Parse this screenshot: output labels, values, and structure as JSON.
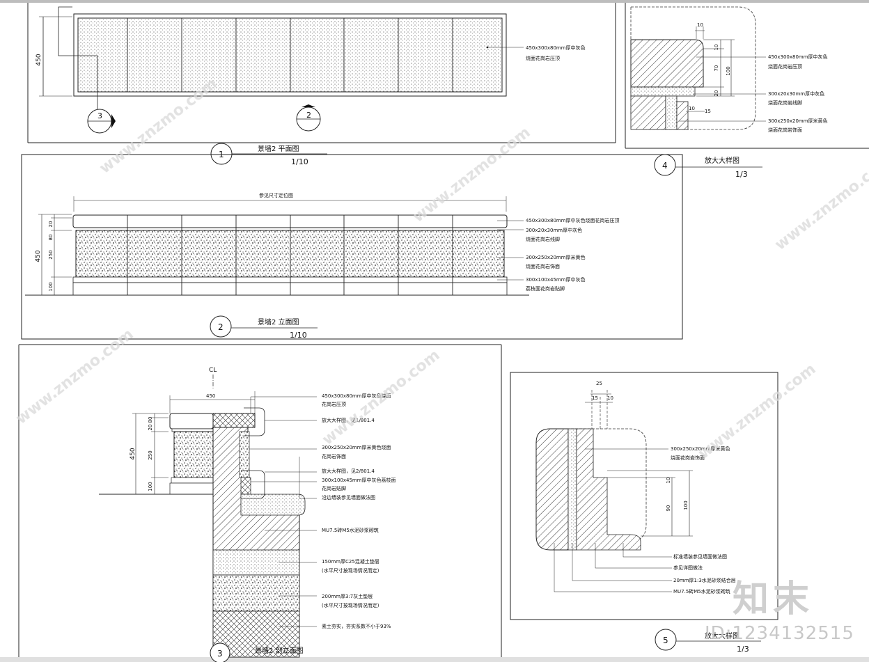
{
  "views": {
    "plan": {
      "num": "1",
      "title": "景墙2 平面图",
      "scale": "1/10",
      "dim_450": "450",
      "note1": "450x300x80mm厚中灰色",
      "note2": "烧面花岗岩压顶",
      "sec_ref3": "3",
      "sec_ref2": "2"
    },
    "detail4": {
      "num": "4",
      "title": "放大大样图",
      "scale": "1/3",
      "d10top": "10",
      "d10": "10",
      "d70": "70",
      "d20": "20",
      "d100": "100",
      "d10b": "10",
      "d15": "15",
      "n1a": "450x300x80mm厚中灰色",
      "n1b": "烧面花岗岩压顶",
      "n2a": "300x20x30mm厚中灰色",
      "n2b": "烧面花岗岩线脚",
      "n3a": "300x250x20mm厚米黄色",
      "n3b": "烧面花岗岩饰面"
    },
    "elev": {
      "num": "2",
      "title": "景墙2 立面图",
      "scale": "1/10",
      "top_note": "参见尺寸定位图",
      "d20": "20",
      "d80": "80",
      "d250": "250",
      "d100": "100",
      "d450": "450",
      "n1": "450x300x80mm厚中灰色烧面花岗岩压顶",
      "n2a": "300x20x30mm厚中灰色",
      "n2b": "烧面花岗岩线脚",
      "n3a": "300x250x20mm厚米黄色",
      "n3b": "烧面花岗岩饰面",
      "n4a": "300x100x45mm厚中灰色",
      "n4b": "荔枝面花岗岩贴脚"
    },
    "section": {
      "num": "3",
      "title": "景墙2 剖立面图",
      "cl": "CL",
      "d450top": "450",
      "d20": "20",
      "d80": "80",
      "d250": "250",
      "d100": "100",
      "d450": "450",
      "n1a": "450x300x80mm厚中灰色烧面",
      "n1b": "花岗岩压顶",
      "n2": "放大大样图，见1/801.4",
      "n3a": "300x250x20mm厚米黄色烧面",
      "n3b": "花岗岩饰面",
      "n4": "放大大样图，见2/801.4",
      "n5a": "300x100x45mm厚中灰色荔枝面",
      "n5b": "花岗岩贴脚",
      "n6": "沿边墙装参见墙面做法图",
      "n7": "MU7.5砖M5水泥砂浆砌筑",
      "n8a": "150mm厚C25混凝土垫层",
      "n8b": "(水平尺寸按现场情况而定)",
      "n9a": "200mm厚3:7灰土垫层",
      "n9b": "(水平尺寸按现场情况而定)",
      "n10": "素土夯实，夯实系数不小于93%"
    },
    "detail5": {
      "num": "5",
      "title": "放大大样图",
      "scale": "1/3",
      "d25": "25",
      "d15": "15",
      "d10": "10",
      "d10b": "10",
      "d90": "90",
      "d100": "100",
      "n1a": "300x250x20mm厚米黄色",
      "n1b": "烧面花岗岩饰面",
      "n2": "标准墙装参见墙面做法图",
      "n3": "参见详图做法",
      "n4": "20mm厚1:3水泥砂浆结合层",
      "n5": "MU7.5砖M5水泥砂浆砌筑"
    }
  },
  "watermark": {
    "site": "www.znzmo.com",
    "logo": "知末",
    "id": "ID:1234132515"
  }
}
